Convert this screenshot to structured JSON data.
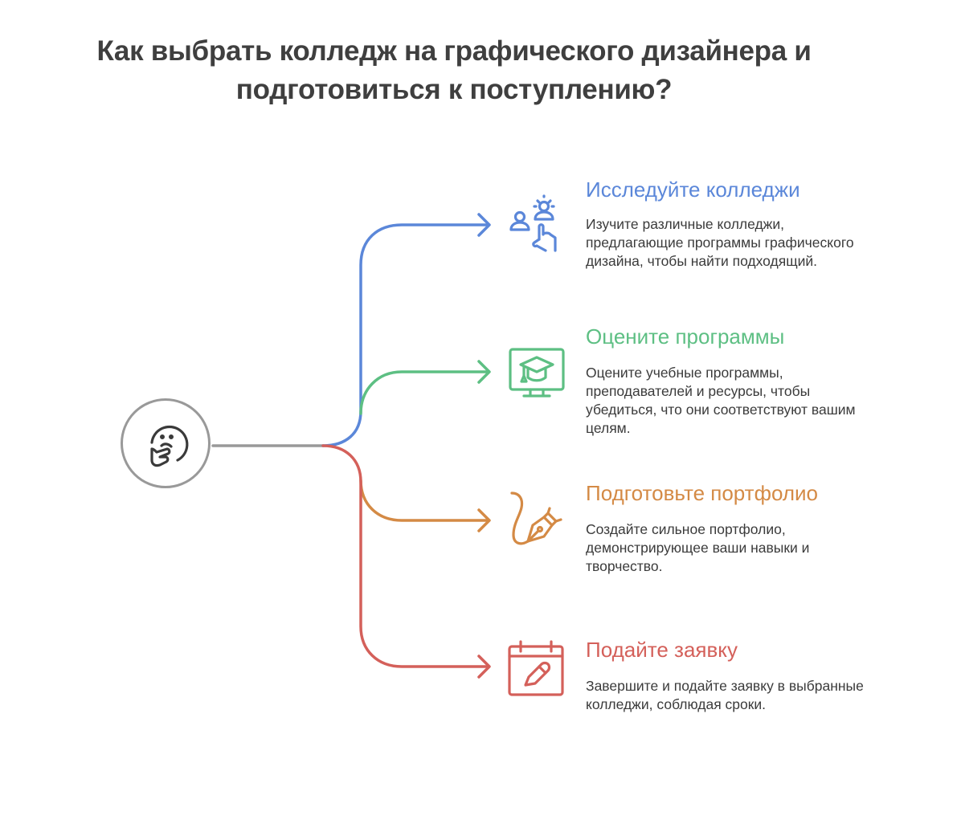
{
  "title": {
    "line1": "Как выбрать колледж на графического дизайнера и",
    "line2": "подготовиться к поступлению?"
  },
  "center": {
    "icon": "thinking-face-icon",
    "color": "#999999"
  },
  "steps": [
    {
      "title": "Исследуйте колледжи",
      "description": "Изучите различные колледжи, предлагающие программы графического дизайна, чтобы найти подходящий.",
      "icon": "people-pointing-icon",
      "color": "#5b87d9"
    },
    {
      "title": "Оцените программы",
      "description": "Оцените учебные программы, преподавателей и ресурсы, чтобы убедиться, что они соответствуют вашим целям.",
      "icon": "graduation-monitor-icon",
      "color": "#5dbf83"
    },
    {
      "title": "Подготовьте портфолио",
      "description": "Создайте сильное портфолио, демонстрирующее ваши навыки и творчество.",
      "icon": "pen-nib-icon",
      "color": "#d48a45"
    },
    {
      "title": "Подайте заявку",
      "description": "Завершите и подайте заявку в выбранные колледжи, соблюдая сроки.",
      "icon": "calendar-edit-icon",
      "color": "#d4605a"
    }
  ]
}
